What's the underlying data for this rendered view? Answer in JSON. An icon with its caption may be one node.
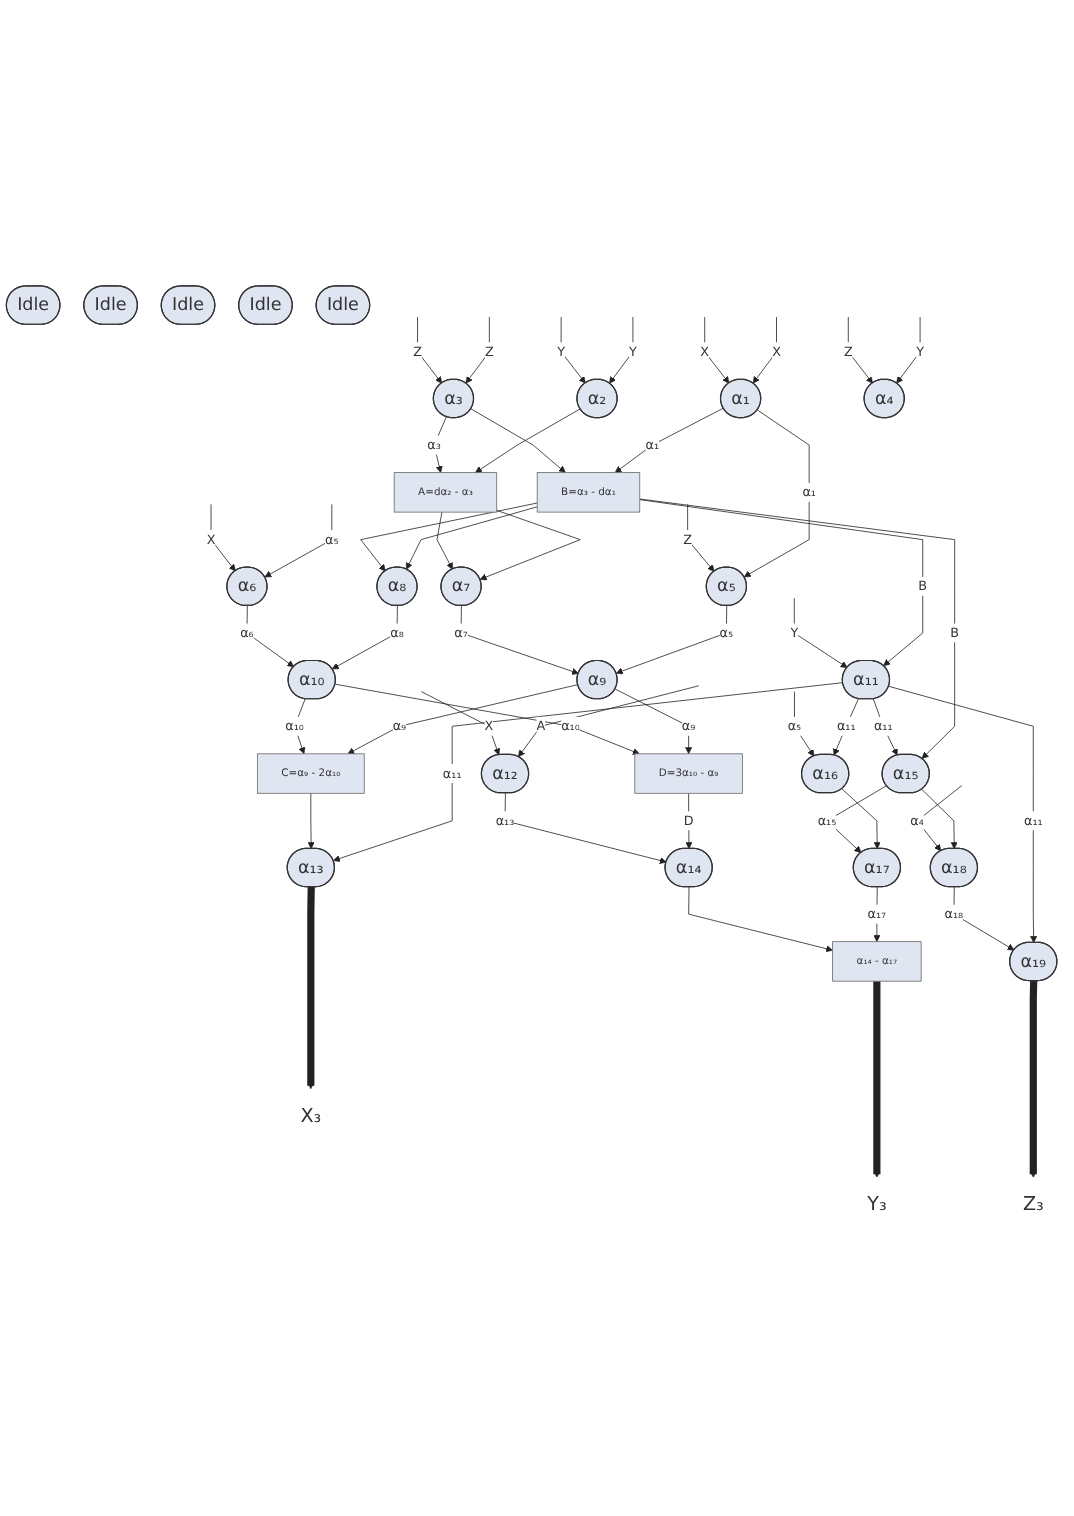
{
  "diagram": {
    "nodes": [
      {
        "text": [
          "α₁"
        ]
      },
      {
        "text": [
          "α₂"
        ]
      },
      {
        "text": [
          "α₃"
        ]
      },
      {
        "text": [
          "α₄"
        ]
      },
      {
        "text": [
          "A=dα₂ - α₃"
        ]
      },
      {
        "text": [
          "B=α₃ - dα₁"
        ]
      },
      {
        "text": [
          "α₅"
        ]
      },
      {
        "text": [
          "α₇"
        ]
      },
      {
        "text": [
          "α₈"
        ]
      },
      {
        "text": [
          "α₆"
        ]
      },
      {
        "text": [
          "α₉"
        ]
      },
      {
        "text": [
          "α₁₁"
        ]
      },
      {
        "text": [
          "α₁₀"
        ]
      },
      {
        "text": [
          "α₁₂"
        ]
      },
      {
        "text": [
          "C=α₉ - 2α₁₀"
        ]
      },
      {
        "text": [
          "D=3α₁₀ - α₉"
        ]
      },
      {
        "text": [
          "α₁₆"
        ]
      },
      {
        "text": [
          "α₁₃"
        ]
      },
      {
        "text": [
          "α₁₅"
        ]
      },
      {
        "text": [
          "α₁₄"
        ]
      },
      {
        "text": [
          "α₁₇"
        ]
      },
      {
        "text": [
          "Idle"
        ]
      },
      {
        "text": [
          "α₁₈"
        ]
      },
      {
        "text": [
          "Idle"
        ]
      },
      {
        "text": [
          "α₁₄ - α₁₇"
        ]
      },
      {
        "text": [
          "Idle"
        ]
      },
      {
        "text": [
          "Idle"
        ]
      },
      {
        "text": [
          "α₁₉"
        ]
      },
      {
        "text": [
          "Idle"
        ]
      },
      {
        "text": [
          "Y₃"
        ]
      },
      {
        "text": [
          "X₃"
        ]
      },
      {
        "text": [
          "Z₃"
        ]
      }
    ],
    "edges": [
      {
        "from": null,
        "to": 0,
        "arrow": "to",
        "label": "X"
      },
      {
        "from": null,
        "to": 0,
        "arrow": "to",
        "label": "X"
      },
      {
        "from": null,
        "to": 1,
        "arrow": "to",
        "label": "Y"
      },
      {
        "from": null,
        "to": 1,
        "arrow": "to",
        "label": "Y"
      },
      {
        "from": null,
        "to": 2,
        "arrow": "to",
        "label": "Z"
      },
      {
        "from": null,
        "to": 2,
        "arrow": "to",
        "label": "Z"
      },
      {
        "from": null,
        "to": 3,
        "arrow": "to",
        "label": "Y"
      },
      {
        "from": null,
        "to": 3,
        "arrow": "to",
        "label": "Z"
      },
      {
        "from": 1,
        "to": 4,
        "arrow": "to"
      },
      {
        "from": 2,
        "to": 4,
        "arrow": "to",
        "label": "α₃"
      },
      {
        "from": 0,
        "to": 6,
        "arrow": "to",
        "label": "α₁"
      },
      {
        "from": 0,
        "to": 5,
        "arrow": "to",
        "label": "α₁"
      },
      {
        "from": 2,
        "to": 5,
        "arrow": "to"
      },
      {
        "from": null,
        "to": 6,
        "arrow": "to",
        "label": "Z"
      },
      {
        "from": 4,
        "to": 7,
        "arrow": "to"
      },
      {
        "from": 4,
        "to": 7,
        "arrow": "to"
      },
      {
        "from": 5,
        "to": 11,
        "arrow": "to",
        "label": "B"
      },
      {
        "from": 5,
        "to": 8,
        "arrow": "to"
      },
      {
        "from": 5,
        "to": 8,
        "arrow": "to"
      },
      {
        "from": 5,
        "to": 18,
        "arrow": "to",
        "label": "B"
      },
      {
        "from": null,
        "to": 9,
        "arrow": "to",
        "label": "α₅"
      },
      {
        "from": null,
        "to": 9,
        "arrow": "to",
        "label": "X"
      },
      {
        "from": 6,
        "to": 10,
        "arrow": "to",
        "label": "α₅"
      },
      {
        "from": 7,
        "to": 10,
        "arrow": "to",
        "label": "α₇"
      },
      {
        "from": null,
        "to": 11,
        "arrow": "to",
        "label": "Y"
      },
      {
        "from": 8,
        "to": 12,
        "arrow": "to",
        "label": "α₈"
      },
      {
        "from": 9,
        "to": 12,
        "arrow": "to",
        "label": "α₆"
      },
      {
        "from": null,
        "to": 13,
        "arrow": "to",
        "label": "A"
      },
      {
        "from": null,
        "to": 13,
        "arrow": "to",
        "label": "X"
      },
      {
        "from": 10,
        "to": 14,
        "arrow": "to",
        "label": "α₉"
      },
      {
        "from": 10,
        "to": 15,
        "arrow": "to",
        "label": "α₉"
      },
      {
        "from": 12,
        "to": 14,
        "arrow": "to",
        "label": "α₁₀"
      },
      {
        "from": 12,
        "to": 15,
        "arrow": "to",
        "label": "α₁₀"
      },
      {
        "from": 11,
        "to": 16,
        "arrow": "to",
        "label": "α₁₁"
      },
      {
        "from": 11,
        "to": 17,
        "arrow": "to",
        "label": "α₁₁"
      },
      {
        "from": 11,
        "to": 18,
        "arrow": "to",
        "label": "α₁₁"
      },
      {
        "from": 11,
        "to": 27,
        "arrow": "to",
        "label": "α₁₁"
      },
      {
        "from": null,
        "to": 16,
        "arrow": "to",
        "label": "α₅"
      },
      {
        "from": 14,
        "to": 17,
        "arrow": "to"
      },
      {
        "from": 15,
        "to": 19,
        "arrow": "to",
        "label": "D"
      },
      {
        "from": 13,
        "to": 19,
        "arrow": "to",
        "label": "α₁₃"
      },
      {
        "from": 16,
        "to": 20,
        "arrow": "to"
      },
      {
        "from": 18,
        "to": 20,
        "arrow": "to",
        "label": "α₁₅"
      },
      {
        "from": 18,
        "to": 22,
        "arrow": "to"
      },
      {
        "from": null,
        "to": 22,
        "arrow": "to",
        "label": "α₄"
      },
      {
        "from": 20,
        "to": 24,
        "arrow": "to",
        "label": "α₁₇"
      },
      {
        "from": 19,
        "to": 24,
        "arrow": "to"
      },
      {
        "from": 22,
        "to": 27,
        "arrow": "to",
        "label": "α₁₈"
      },
      {
        "from": 24,
        "to": 29,
        "arrow": "to",
        "style": "thick"
      },
      {
        "from": 17,
        "to": 30,
        "arrow": "to",
        "style": "thick"
      },
      {
        "from": 27,
        "to": 31,
        "arrow": "to",
        "style": "thick"
      }
    ]
  }
}
